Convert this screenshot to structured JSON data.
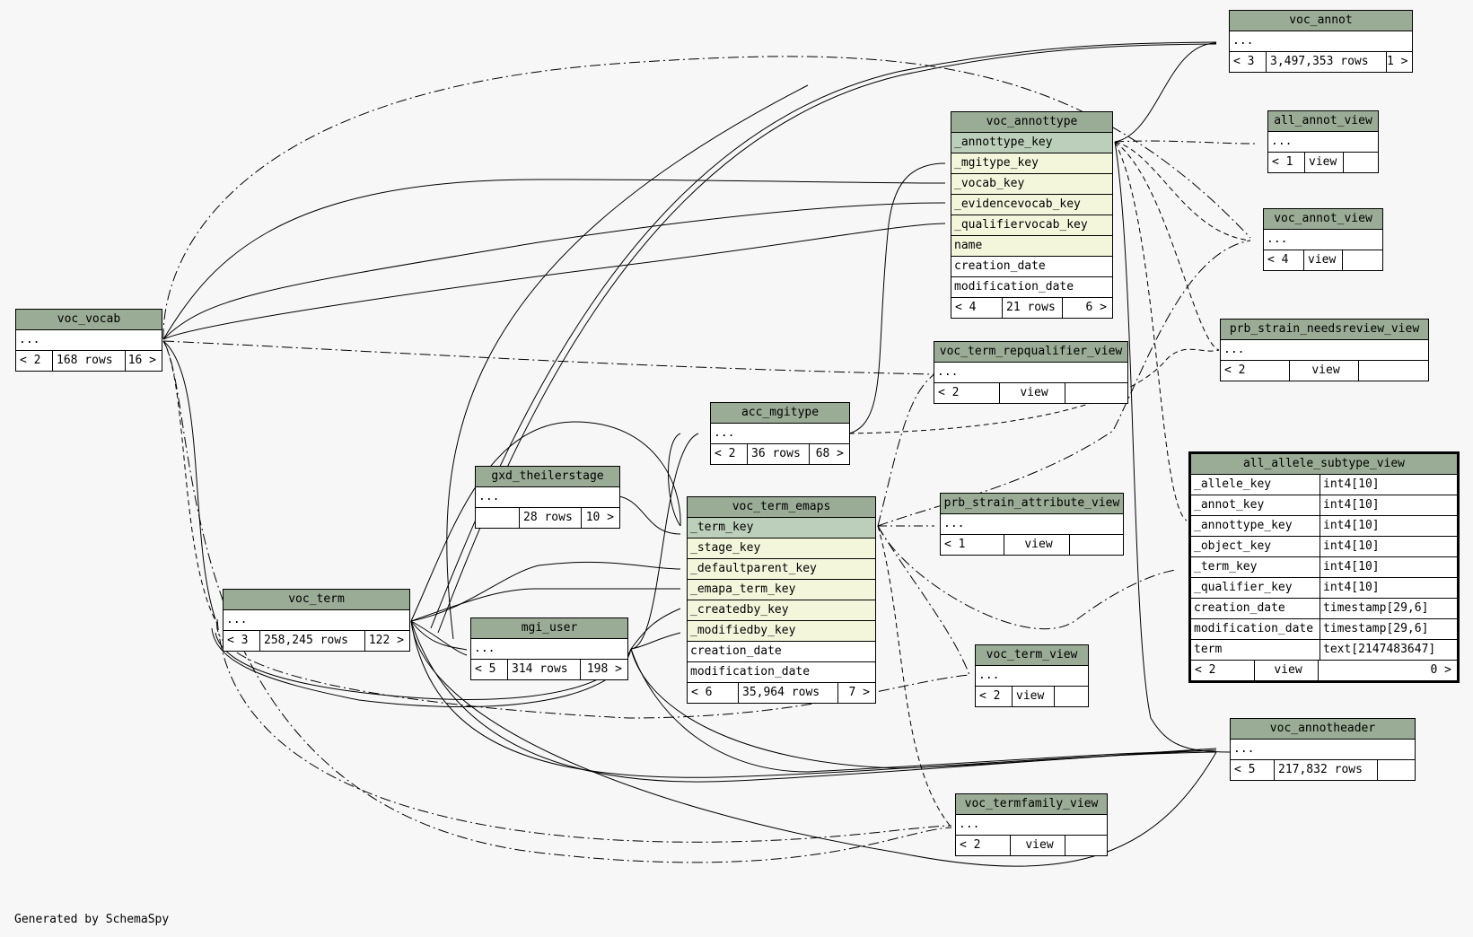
{
  "footer": "Generated by SchemaSpy",
  "colors": {
    "header": "#9aab96",
    "primary_key": "#bccfba",
    "foreign_key": "#f4f6dc",
    "background": "#f7f7f7"
  },
  "tables": {
    "voc_annot": {
      "name": "voc_annot",
      "row1": "...",
      "left": "< 3",
      "rows": "3,497,353 rows",
      "right": "1 >"
    },
    "all_annot_view": {
      "name": "all_annot_view",
      "row1": "...",
      "left": "< 1",
      "rows": "view",
      "right": ""
    },
    "voc_annot_view": {
      "name": "voc_annot_view",
      "row1": "...",
      "left": "< 4",
      "rows": "view",
      "right": ""
    },
    "prb_strain_needsreview_view": {
      "name": "prb_strain_needsreview_view",
      "row1": "...",
      "left": "< 2",
      "rows": "view",
      "right": ""
    },
    "voc_annottype": {
      "name": "voc_annottype",
      "columns": [
        "_annottype_key",
        "_mgitype_key",
        "_vocab_key",
        "_evidencevocab_key",
        "_qualifiervocab_key",
        "name",
        "creation_date",
        "modification_date"
      ],
      "left": "< 4",
      "rows": "21 rows",
      "right": "6 >"
    },
    "voc_vocab": {
      "name": "voc_vocab",
      "row1": "...",
      "left": "< 2",
      "rows": "168 rows",
      "right": "16 >"
    },
    "voc_term_repqualifier_view": {
      "name": "voc_term_repqualifier_view",
      "row1": "...",
      "left": "< 2",
      "rows": "view",
      "right": ""
    },
    "acc_mgitype": {
      "name": "acc_mgitype",
      "row1": "...",
      "left": "< 2",
      "rows": "36 rows",
      "right": "68 >"
    },
    "gxd_theilerstage": {
      "name": "gxd_theilerstage",
      "row1": "...",
      "left": "",
      "rows": "28 rows",
      "right": "10 >"
    },
    "voc_term_emaps": {
      "name": "voc_term_emaps",
      "columns": [
        "_term_key",
        "_stage_key",
        "_defaultparent_key",
        "_emapa_term_key",
        "_createdby_key",
        "_modifiedby_key",
        "creation_date",
        "modification_date"
      ],
      "left": "< 6",
      "rows": "35,964 rows",
      "right": "7 >"
    },
    "prb_strain_attribute_view": {
      "name": "prb_strain_attribute_view",
      "row1": "...",
      "left": "< 1",
      "rows": "view",
      "right": ""
    },
    "voc_term": {
      "name": "voc_term",
      "row1": "...",
      "left": "< 3",
      "rows": "258,245 rows",
      "right": "122 >"
    },
    "mgi_user": {
      "name": "mgi_user",
      "row1": "...",
      "left": "< 5",
      "rows": "314 rows",
      "right": "198 >"
    },
    "voc_term_view": {
      "name": "voc_term_view",
      "row1": "...",
      "left": "< 2",
      "rows": "view",
      "right": ""
    },
    "voc_annotheader": {
      "name": "voc_annotheader",
      "row1": "...",
      "left": "< 5",
      "rows": "217,832 rows",
      "right": ""
    },
    "voc_termfamily_view": {
      "name": "voc_termfamily_view",
      "row1": "...",
      "left": "< 2",
      "rows": "view",
      "right": ""
    },
    "all_allele_subtype_view": {
      "name": "all_allele_subtype_view",
      "columns": [
        {
          "name": "_allele_key",
          "type": "int4[10]"
        },
        {
          "name": "_annot_key",
          "type": "int4[10]"
        },
        {
          "name": "_annottype_key",
          "type": "int4[10]"
        },
        {
          "name": "_object_key",
          "type": "int4[10]"
        },
        {
          "name": "_term_key",
          "type": "int4[10]"
        },
        {
          "name": "_qualifier_key",
          "type": "int4[10]"
        },
        {
          "name": "creation_date",
          "type": "timestamp[29,6]"
        },
        {
          "name": "modification_date",
          "type": "timestamp[29,6]"
        },
        {
          "name": "term",
          "type": "text[2147483647]"
        }
      ],
      "left": "< 2",
      "rows": "view",
      "right": "0 >"
    }
  }
}
